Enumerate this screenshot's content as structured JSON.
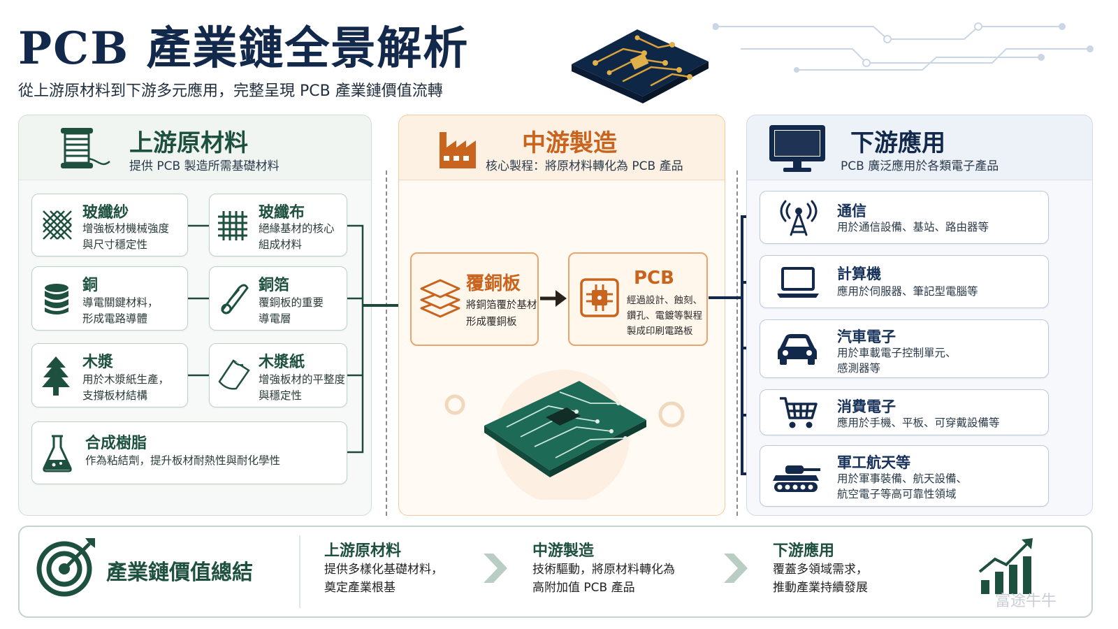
{
  "header": {
    "title": "PCB 產業鏈全景解析",
    "subtitle": "從上游原材料到下游多元應用，完整呈現 PCB 產業鏈價值流轉"
  },
  "upstream": {
    "title": "上游原材料",
    "subtitle": "提供 PCB 製造所需基礎材料",
    "items": [
      {
        "name": "玻纖紗",
        "desc1": "增強板材機械強度",
        "desc2": "與尺寸穩定性",
        "icon": "mesh-icon"
      },
      {
        "name": "玻纖布",
        "desc1": "絕緣基材的核心",
        "desc2": "組成材料",
        "icon": "grid-icon"
      },
      {
        "name": "銅",
        "desc1": "導電關鍵材料，",
        "desc2": "形成電路導體",
        "icon": "coin-stack-icon"
      },
      {
        "name": "銅箔",
        "desc1": "覆銅板的重要",
        "desc2": "導電層",
        "icon": "foil-roll-icon"
      },
      {
        "name": "木漿",
        "desc1": "用於木漿紙生產，",
        "desc2": "支撐板材結構",
        "icon": "tree-icon"
      },
      {
        "name": "木漿紙",
        "desc1": "增強板材的平整度",
        "desc2": "與穩定性",
        "icon": "paper-icon"
      },
      {
        "name": "合成樹脂",
        "desc1": "作為粘結劑，提升板材耐熱性與耐化學性",
        "desc2": "",
        "icon": "flask-icon"
      }
    ]
  },
  "midstream": {
    "title": "中游製造",
    "subtitle": "核心製程：將原材料轉化為 PCB 產品",
    "ccl": {
      "name": "覆銅板",
      "desc1": "將銅箔覆於基材",
      "desc2": "形成覆銅板"
    },
    "pcb": {
      "name": "PCB",
      "desc1": "經過設計、蝕刻、",
      "desc2": "鑽孔、電鍍等製程",
      "desc3": "製成印刷電路板"
    }
  },
  "downstream": {
    "title": "下游應用",
    "subtitle": "PCB 廣泛應用於各類電子產品",
    "items": [
      {
        "name": "通信",
        "desc1": "用於通信設備、基站、路由器等",
        "desc2": "",
        "icon": "antenna-icon"
      },
      {
        "name": "計算機",
        "desc1": "應用於伺服器、筆記型電腦等",
        "desc2": "",
        "icon": "laptop-icon"
      },
      {
        "name": "汽車電子",
        "desc1": "用於車載電子控制單元、",
        "desc2": "感測器等",
        "icon": "car-icon"
      },
      {
        "name": "消費電子",
        "desc1": "應用於手機、平板、可穿戴設備等",
        "desc2": "",
        "icon": "cart-icon"
      },
      {
        "name": "軍工航天等",
        "desc1": "用於軍事裝備、航天設備、",
        "desc2": "航空電子等高可靠性領域",
        "icon": "tank-icon"
      }
    ]
  },
  "summary": {
    "title": "產業鏈價值總結",
    "up": {
      "title": "上游原材料",
      "desc1": "提供多樣化基礎材料，",
      "desc2": "奠定產業根基"
    },
    "mid": {
      "title": "中游製造",
      "desc1": "技術驅動，將原材料轉化為",
      "desc2": "高附加值 PCB 產品"
    },
    "down": {
      "title": "下游應用",
      "desc1": "覆蓋多領域需求，",
      "desc2": "推動產業持續發展"
    }
  },
  "watermark": "富途牛牛",
  "colors": {
    "green": "#1e5040",
    "orange": "#c8641d",
    "navy": "#13294b",
    "blue_dark": "#17325a"
  }
}
